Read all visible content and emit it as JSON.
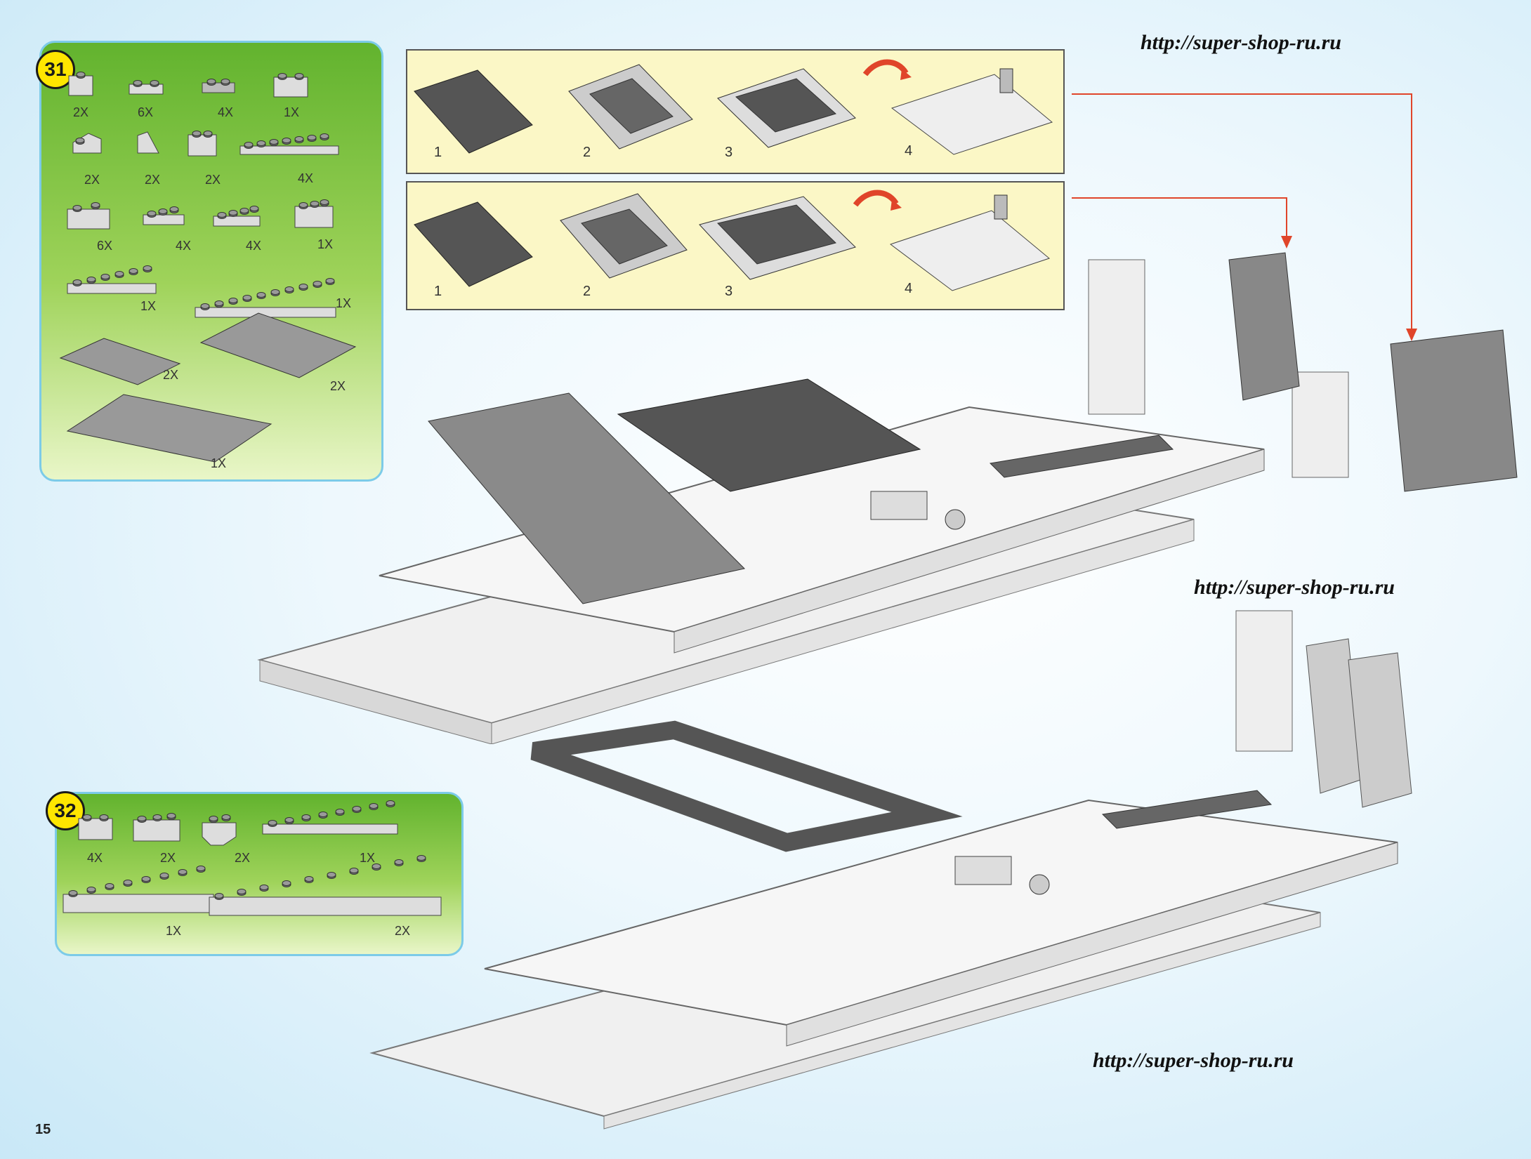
{
  "page_number": "15",
  "watermarks": [
    "http://super-shop-ru.ru",
    "http://super-shop-ru.ru",
    "http://super-shop-ru.ru"
  ],
  "step31": {
    "number": "31",
    "quantities": [
      "2X",
      "6X",
      "4X",
      "1X",
      "2X",
      "2X",
      "2X",
      "4X",
      "6X",
      "4X",
      "4X",
      "1X",
      "1X",
      "1X",
      "2X",
      "2X",
      "1X"
    ]
  },
  "step32": {
    "number": "32",
    "quantities": [
      "4X",
      "2X",
      "2X",
      "1X",
      "1X",
      "2X"
    ]
  },
  "subassembly_a": {
    "steps": [
      "1",
      "2",
      "3",
      "4"
    ]
  },
  "subassembly_b": {
    "steps": [
      "1",
      "2",
      "3",
      "4"
    ]
  },
  "colors": {
    "panel_green": "#8cc63f",
    "badge_yellow": "#ffe600",
    "sub_panel_yellow": "#fbf7c6",
    "arrow_red": "#e0452a",
    "dark_brick": "#555555",
    "light_brick": "#e8e8e8"
  }
}
